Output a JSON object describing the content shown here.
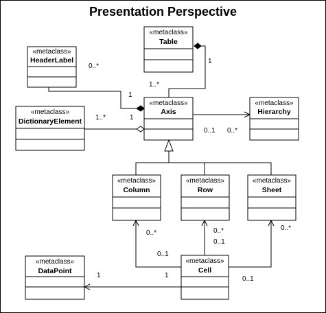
{
  "title": "Presentation Perspective",
  "stereotype": "«metaclass»",
  "classes": {
    "table": "Table",
    "header_label": "HeaderLabel",
    "axis": "Axis",
    "hierarchy": "Hierarchy",
    "dictionary_element": "DictionaryElement",
    "column": "Column",
    "row": "Row",
    "sheet": "Sheet",
    "data_point": "DataPoint",
    "cell": "Cell"
  },
  "multiplicities": {
    "headerlabel_end": "0..*",
    "headerlabel_axis_end": "1",
    "table_end": "1",
    "table_axis_end": "1..*",
    "dictionary_end": "1..*",
    "dictionary_axis_end": "1",
    "hierarchy_axis_end": "0..1",
    "hierarchy_end": "0..*",
    "column_end": "0..*",
    "column_cell_end": "0..1",
    "row_end": "0..*",
    "row_cell_end": "0..1",
    "sheet_end": "0..*",
    "sheet_cell_end": "0..1",
    "datapoint_end": "1",
    "datapoint_cell_end": "1"
  }
}
